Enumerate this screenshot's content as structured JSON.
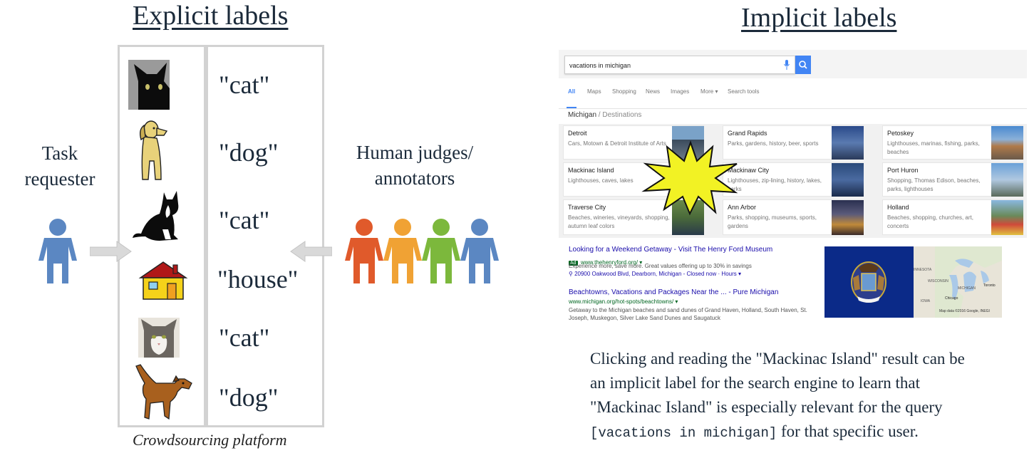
{
  "left": {
    "title": "Explicit labels",
    "requester_label": "Task requester",
    "judges_label": "Human judges/ annotators",
    "platform_caption": "Crowdsourcing platform",
    "labels": [
      "\"cat\"",
      "\"dog\"",
      "\"cat\"",
      "\"house\"",
      "\"cat\"",
      "\"dog\""
    ],
    "person_colors": [
      "#e05a2b",
      "#f0a234",
      "#7cb83c",
      "#5b87c2"
    ],
    "requester_color": "#5b87c2"
  },
  "right": {
    "title": "Implicit labels",
    "search": {
      "query": "vacations in michigan",
      "tabs": [
        "All",
        "Maps",
        "Shopping",
        "News",
        "Images",
        "More ▾",
        "Search tools"
      ],
      "breadcrumb_main": "Michigan",
      "breadcrumb_sub": " / Destinations",
      "cards": [
        {
          "title": "Detroit",
          "desc": "Cars, Motown & Detroit Institute of Arts"
        },
        {
          "title": "Grand Rapids",
          "desc": "Parks, gardens, history, beer, sports"
        },
        {
          "title": "Petoskey",
          "desc": "Lighthouses, marinas, fishing, parks, beaches"
        },
        {
          "title": "Mackinac Island",
          "desc": "Lighthouses, caves, lakes"
        },
        {
          "title": "Mackinaw City",
          "desc": "Lighthouses, zip-lining, history, lakes, parks"
        },
        {
          "title": "Port Huron",
          "desc": "Shopping, Thomas Edison, beaches, parks, lighthouses"
        },
        {
          "title": "Traverse City",
          "desc": "Beaches, wineries, vineyards, shopping, autumn leaf colors"
        },
        {
          "title": "Ann Arbor",
          "desc": "Parks, shopping, museums, sports, gardens"
        },
        {
          "title": "Holland",
          "desc": "Beaches, shopping, churches, art, concerts"
        }
      ],
      "results": [
        {
          "title": "Looking for a Weekend Getaway - Visit The Henry Ford Museum",
          "ad": "Ad",
          "url": "www.thehenryford.org/ ▾",
          "snippet1": "Experience more, save more. Great values offering up to 30% in savings",
          "snippet2": "⚲ 20900 Oakwood Blvd, Dearborn, Michigan - Closed now · Hours ▾"
        },
        {
          "title": "Beachtowns, Vacations and Packages Near the ... - Pure Michigan",
          "url": "www.michigan.org/hot-spots/beachtowns/ ▾",
          "snippet1": "Getaway to the Michigan beaches and sand dunes of Grand Haven, Holland, South Haven, St.",
          "snippet2": "Joseph, Muskegon, Silver Lake Sand Dunes and Saugatuck"
        }
      ],
      "map_labels": [
        "INNESOTA",
        "WISCONSIN",
        "MICHIGAN",
        "Toronto",
        "Chicago",
        "IOWA"
      ],
      "map_credit": "Map data ©2016 Google, INEGI"
    },
    "caption_line1": "Clicking and reading the \"Mackinac Island\" result can be",
    "caption_line2": "an implicit label for the search engine to learn that",
    "caption_line3": "\"Mackinac Island\" is especially relevant for the query",
    "caption_query": "[vacations in michigan]",
    "caption_line4_tail": " for that specific user."
  }
}
